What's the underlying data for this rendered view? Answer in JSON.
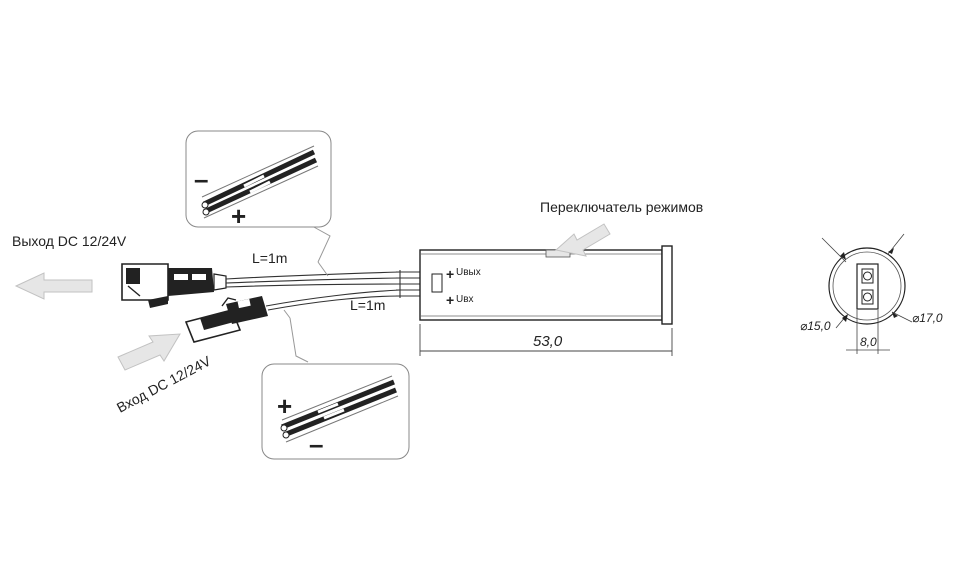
{
  "labels": {
    "output": "Выход DC 12/24V",
    "input": "Вход DC 12/24V",
    "switch": "Переключатель режимов",
    "cable_out_length": "L=1m",
    "cable_in_length": "L=1m"
  },
  "callout_top": {
    "minus": "–",
    "plus": "+"
  },
  "callout_bottom": {
    "plus": "+",
    "minus": "–"
  },
  "sensor": {
    "u_out_sign": "+",
    "u_out_label": "Uвых",
    "u_in_sign": "+",
    "u_in_label": "Uвх",
    "length": "53,0"
  },
  "end_view": {
    "dia_inner": "⌀15,0",
    "dia_outer": "⌀17,0",
    "width": "8,0"
  }
}
